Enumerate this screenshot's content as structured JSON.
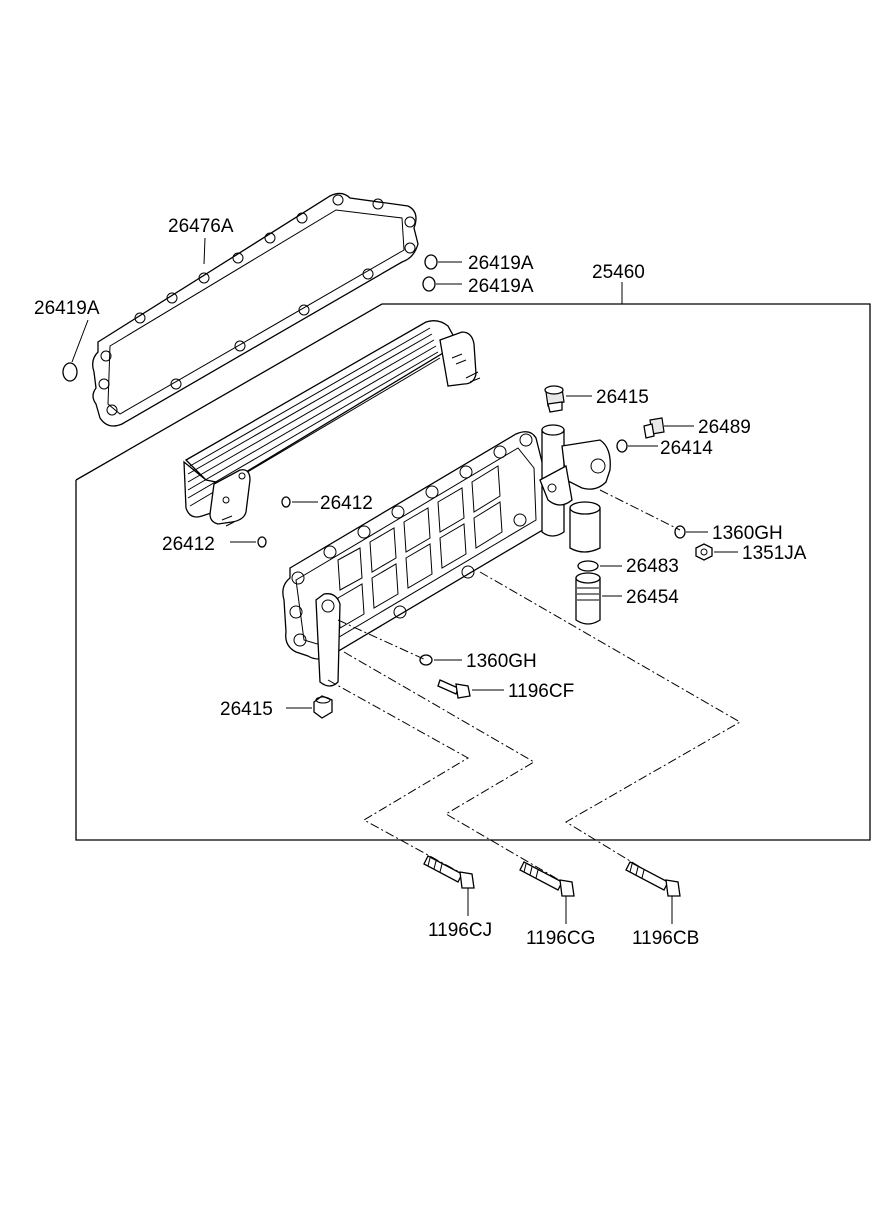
{
  "diagram": {
    "labels": {
      "p26476A": "26476A",
      "p26419A_left": "26419A",
      "p26419A_top1": "26419A",
      "p26419A_top2": "26419A",
      "p25460": "25460",
      "p26415_top": "26415",
      "p26489": "26489",
      "p26414": "26414",
      "p26412_upper": "26412",
      "p26412_lower": "26412",
      "p1360GH_right": "1360GH",
      "p1351JA": "1351JA",
      "p26483": "26483",
      "p26454": "26454",
      "p1360GH_mid": "1360GH",
      "p1196CF": "1196CF",
      "p26415_bottom": "26415",
      "p1196CJ": "1196CJ",
      "p1196CG": "1196CG",
      "p1196CB": "1196CB"
    }
  }
}
